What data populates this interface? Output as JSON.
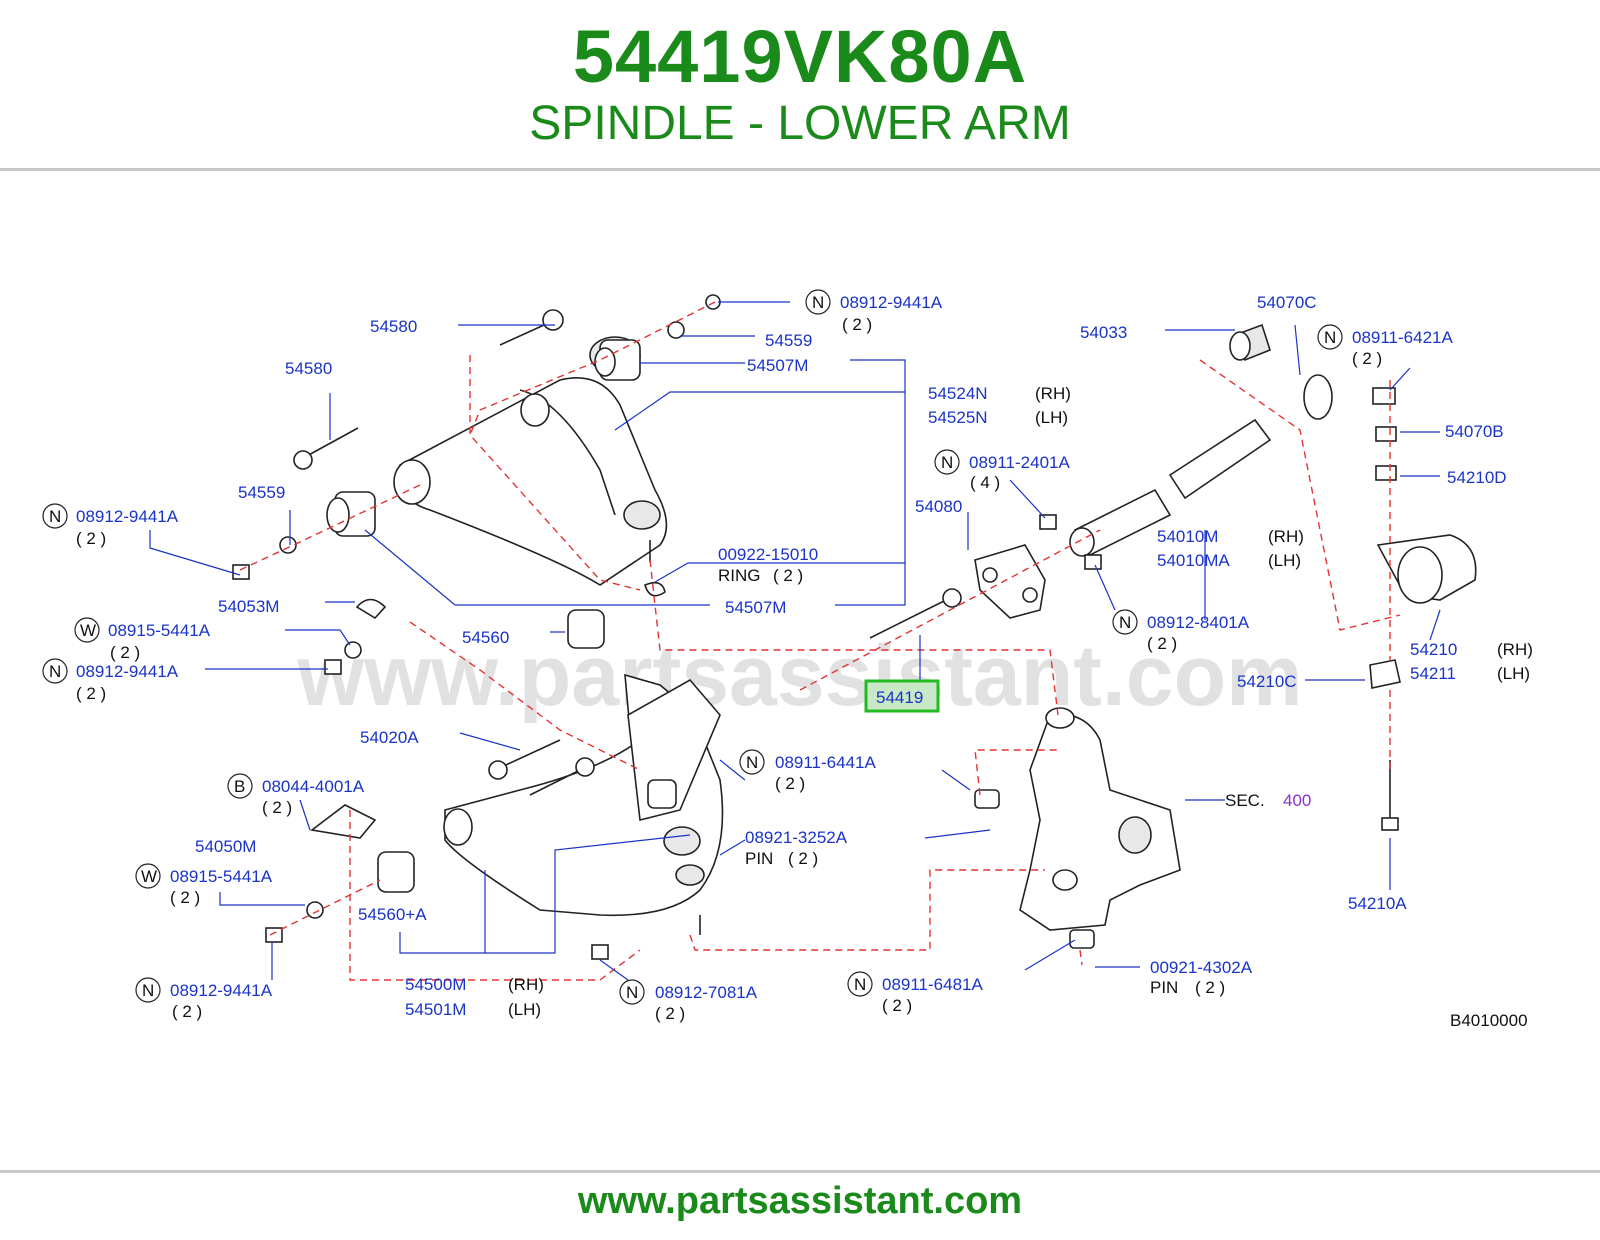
{
  "header": {
    "part_number": "54419VK80A",
    "title": "SPINDLE - LOWER ARM"
  },
  "watermark": "www.partsassistant.com",
  "footer": {
    "url": "www.partsassistant.com"
  },
  "diagram": {
    "code": "B4010000",
    "highlighted": "54419",
    "colors": {
      "brand": "#1a8a1a",
      "part_link": "#1a33c8",
      "highlight_border": "#22bb22",
      "sec_ref": "#8833cc",
      "leader_dash": "#e33333"
    },
    "labels": {
      "p54580a": "54580",
      "p54580b": "54580",
      "n089129441a_top": "08912-9441A",
      "q2_top": "( 2 )",
      "p54559a": "54559",
      "p54507m_top": "54507M",
      "p54524n": "54524N",
      "rh1": "(RH)",
      "p54525n": "54525N",
      "lh1": "(LH)",
      "p54559b": "54559",
      "n089129441a_left": "08912-9441A",
      "q2_left": "( 2 )",
      "p0092215010": "00922-15010",
      "ring": "RING",
      "q2_ring": "( 2 )",
      "p54053m": "54053M",
      "p54507m_bot": "54507M",
      "w089155441a_a": "08915-5441A",
      "q2_wa": "( 2 )",
      "p54560": "54560",
      "n089129441a_mid": "08912-9441A",
      "q2_mid": "( 2 )",
      "p54020a": "54020A",
      "b080444001a": "08044-4001A",
      "q2_b": "( 2 )",
      "p54050m": "54050M",
      "w089155441a_b": "08915-5441A",
      "q2_wb": "( 2 )",
      "p54560a": "54560+A",
      "n089129441a_bot": "08912-9441A",
      "q2_bot": "( 2 )",
      "p54500m": "54500M",
      "rh2": "(RH)",
      "p54501m": "54501M",
      "lh2": "(LH)",
      "n089127081a": "08912-7081A",
      "q2_7081": "( 2 )",
      "n089116441a": "08911-6441A",
      "q2_6441": "( 2 )",
      "p089213252a": "08921-3252A",
      "pin1": "PIN",
      "q2_pin1": "( 2 )",
      "n089116481a": "08911-6481A",
      "q2_6481": "( 2 )",
      "p009214302a": "00921-4302A",
      "pin2": "PIN",
      "q2_pin2": "( 2 )",
      "sec": "SEC.",
      "sec_num": "400",
      "p54419": "54419",
      "n089112401a": "08911-2401A",
      "q4": "( 4 )",
      "p54080": "54080",
      "n089128401a": "08912-8401A",
      "q2_8401": "( 2 )",
      "p54033": "54033",
      "p54070c": "54070C",
      "n089116421a": "08911-6421A",
      "q2_6421": "( 2 )",
      "p54070b": "54070B",
      "p54210d": "54210D",
      "p54010m": "54010M",
      "rh3": "(RH)",
      "p54010ma": "54010MA",
      "lh3": "(LH)",
      "p54210": "54210",
      "rh4": "(RH)",
      "p54211": "54211",
      "lh4": "(LH)",
      "p54210c": "54210C",
      "p54210a": "54210A",
      "circle_n": "N",
      "circle_w": "W",
      "circle_b": "B"
    }
  }
}
